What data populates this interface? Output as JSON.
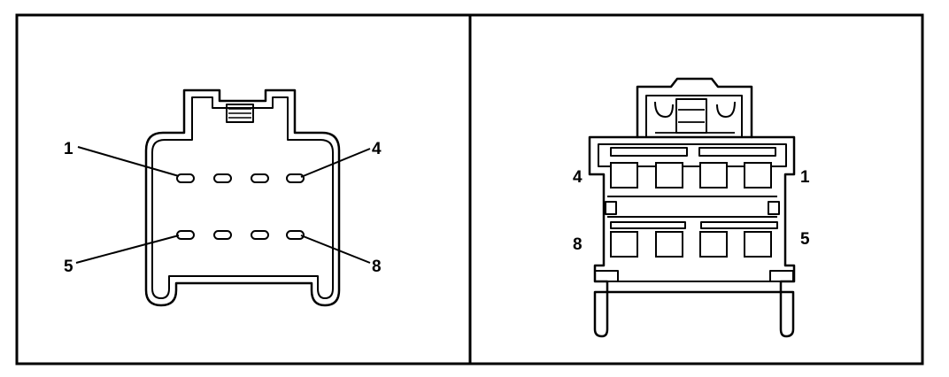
{
  "diagram": {
    "left_view": {
      "pin_labels": {
        "p1": "1",
        "p4": "4",
        "p5": "5",
        "p8": "8"
      }
    },
    "right_view": {
      "pin_labels": {
        "p4": "4",
        "p1": "1",
        "p8": "8",
        "p5": "5"
      }
    }
  }
}
